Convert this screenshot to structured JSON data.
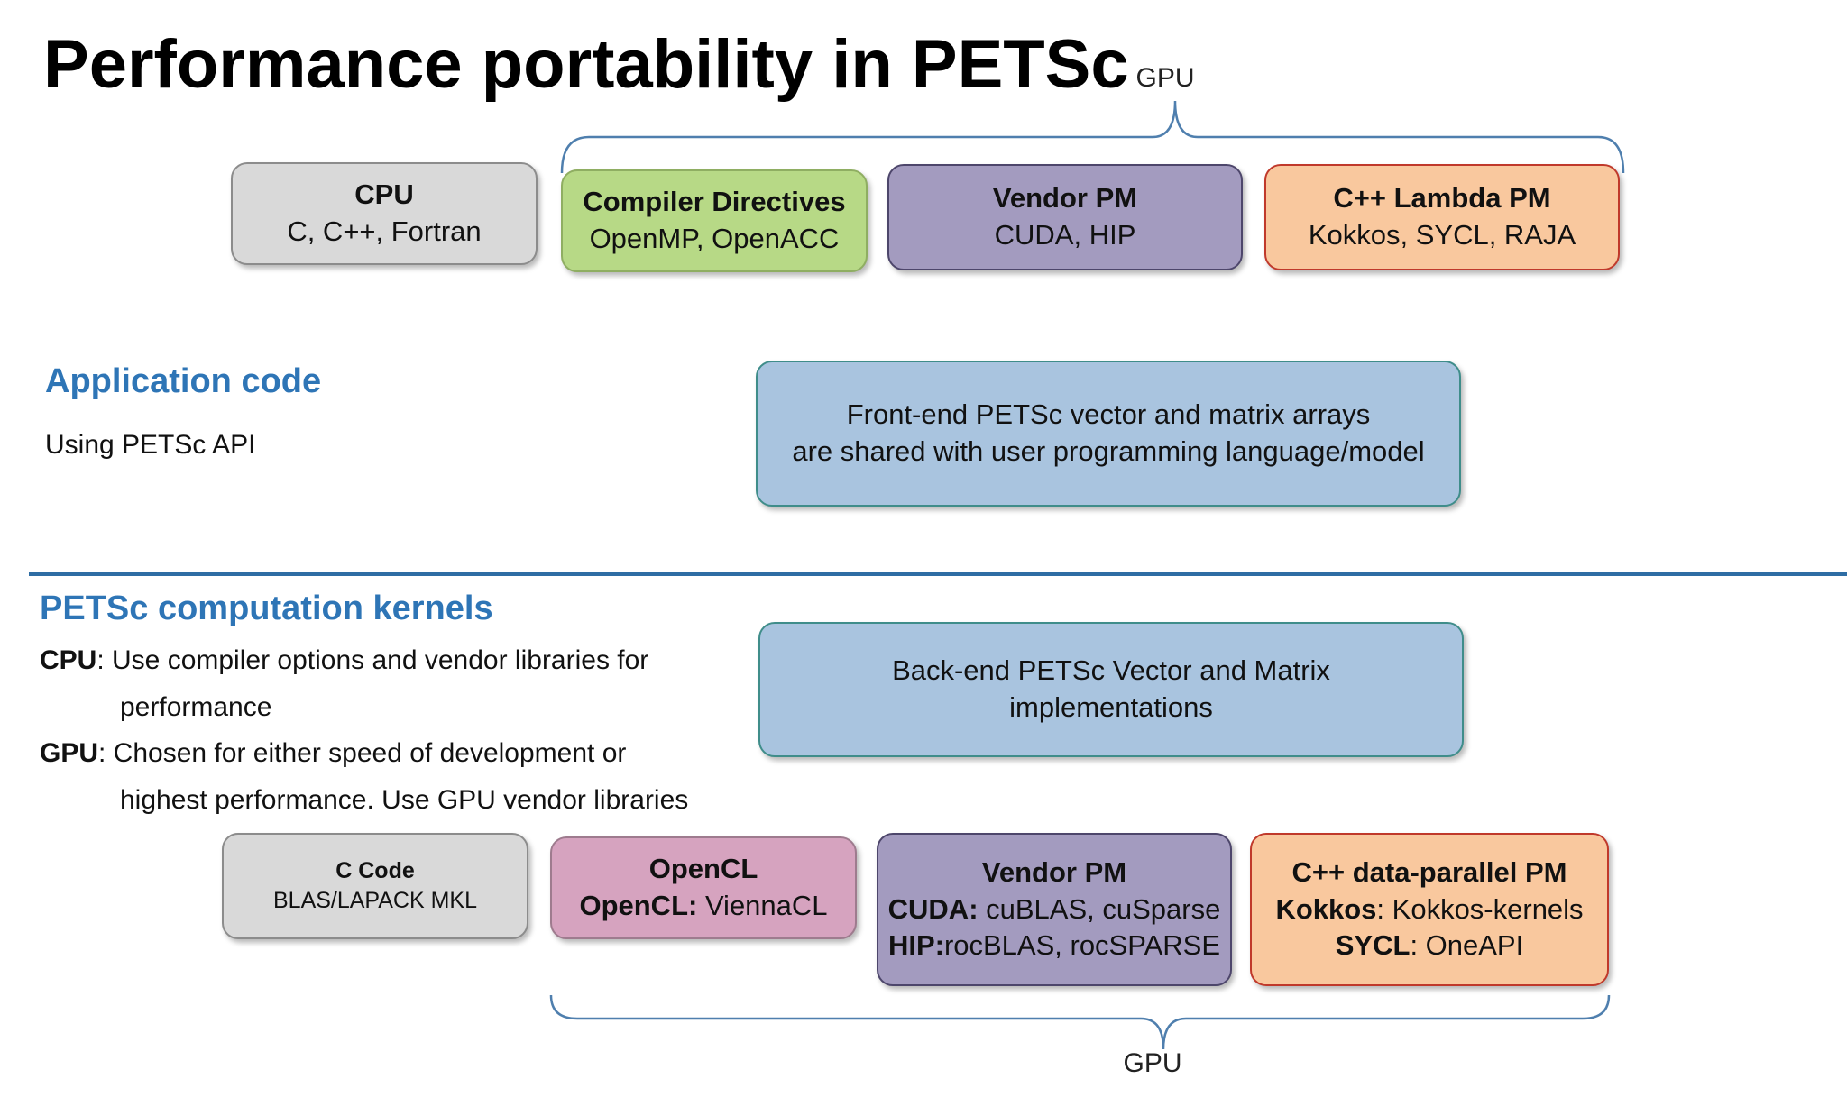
{
  "title": "Performance portability in PETSc",
  "top_gpu_label": "GPU",
  "bottom_gpu_label": "GPU",
  "top_boxes": {
    "cpu": {
      "title": "CPU",
      "line1": "C, C++, Fortran"
    },
    "compiler": {
      "title": "Compiler Directives",
      "line1": "OpenMP, OpenACC"
    },
    "vendor": {
      "title": "Vendor PM",
      "line1": "CUDA, HIP"
    },
    "lambda": {
      "title": "C++ Lambda PM",
      "line1": "Kokkos, SYCL, RAJA"
    }
  },
  "application": {
    "heading": "Application code",
    "text": "Using PETSc API",
    "box_line1": "Front-end PETSc vector and matrix arrays",
    "box_line2": "are shared with user programming language/model"
  },
  "kernels": {
    "heading": "PETSc computation kernels",
    "cpu_label": "CPU",
    "cpu_text1": ":  Use compiler options and vendor libraries for",
    "cpu_text2": "performance",
    "gpu_label": "GPU",
    "gpu_text1": ":  Chosen for either speed of development or",
    "gpu_text2": "highest performance.  Use GPU vendor libraries",
    "box_line1": "Back-end PETSc Vector and Matrix",
    "box_line2": "implementations"
  },
  "bottom_boxes": {
    "ccode": {
      "title": "C Code",
      "line1": "BLAS/LAPACK MKL"
    },
    "opencl": {
      "title": "OpenCL",
      "line1_bold": "OpenCL:",
      "line1_rest": " ViennaCL"
    },
    "vendor": {
      "title": "Vendor PM",
      "line1_bold": "CUDA:",
      "line1_rest": " cuBLAS,  cuSparse",
      "line2_bold": "HIP:",
      "line2_rest": "rocBLAS, rocSPARSE"
    },
    "dataparallel": {
      "title": "C++ data-parallel PM",
      "line1_bold": "Kokkos",
      "line1_rest": ": Kokkos-kernels",
      "line2_bold": "SYCL",
      "line2_rest": ": OneAPI"
    }
  }
}
